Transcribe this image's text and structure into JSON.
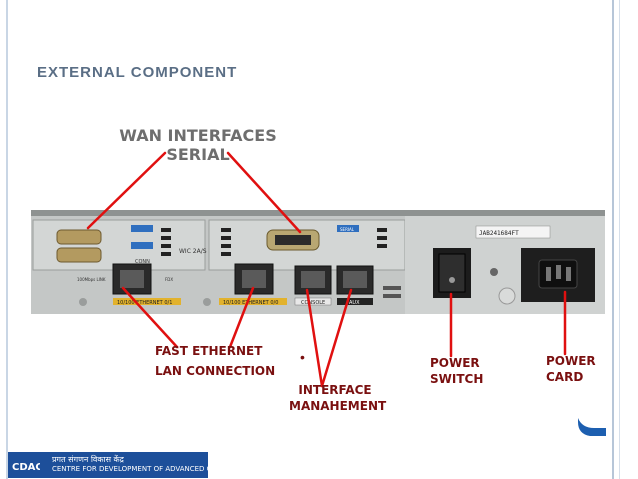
{
  "slide": {
    "title": "EXTERNAL COMPONENT",
    "wan_line1": "WAN INTERFACES",
    "wan_line2": "SERIAL",
    "fast_ethernet_line1": "FAST ETHERNET",
    "fast_ethernet_line2": "LAN CONNECTION",
    "interface_line1": "INTERFACE",
    "interface_line2": "MANAHEMENT",
    "power_switch_line1": "POWER",
    "power_switch_line2": "SWITCH",
    "power_card_line1": "POWER",
    "power_card_line2": "CARD",
    "dot": "•"
  },
  "router": {
    "serial_tag": "SERIAL",
    "conn_label": "CONN",
    "wic_label": "WIC 2A/S",
    "port1_label": "10/100 ETHERNET 0/1",
    "port0_label": "10/100 ETHERNET 0/0",
    "console_label": "CONSOLE",
    "aux_label": "AUX",
    "serial_number": "JAB241684FT",
    "link_label": "100Mbps LINK",
    "fdx_label": "FDX"
  },
  "footer": {
    "hindi_text": "प्रगत संगणन विकास केंद्र",
    "english_text": "CENTRE FOR DEVELOPMENT OF ADVANCED COMPUTING",
    "logo_text": "CDAC"
  },
  "colors": {
    "frame_line": "#b7c6d8",
    "label_red": "#7a1010",
    "arrow_red": "#e01010",
    "logo_blue": "#1d4f9a"
  }
}
